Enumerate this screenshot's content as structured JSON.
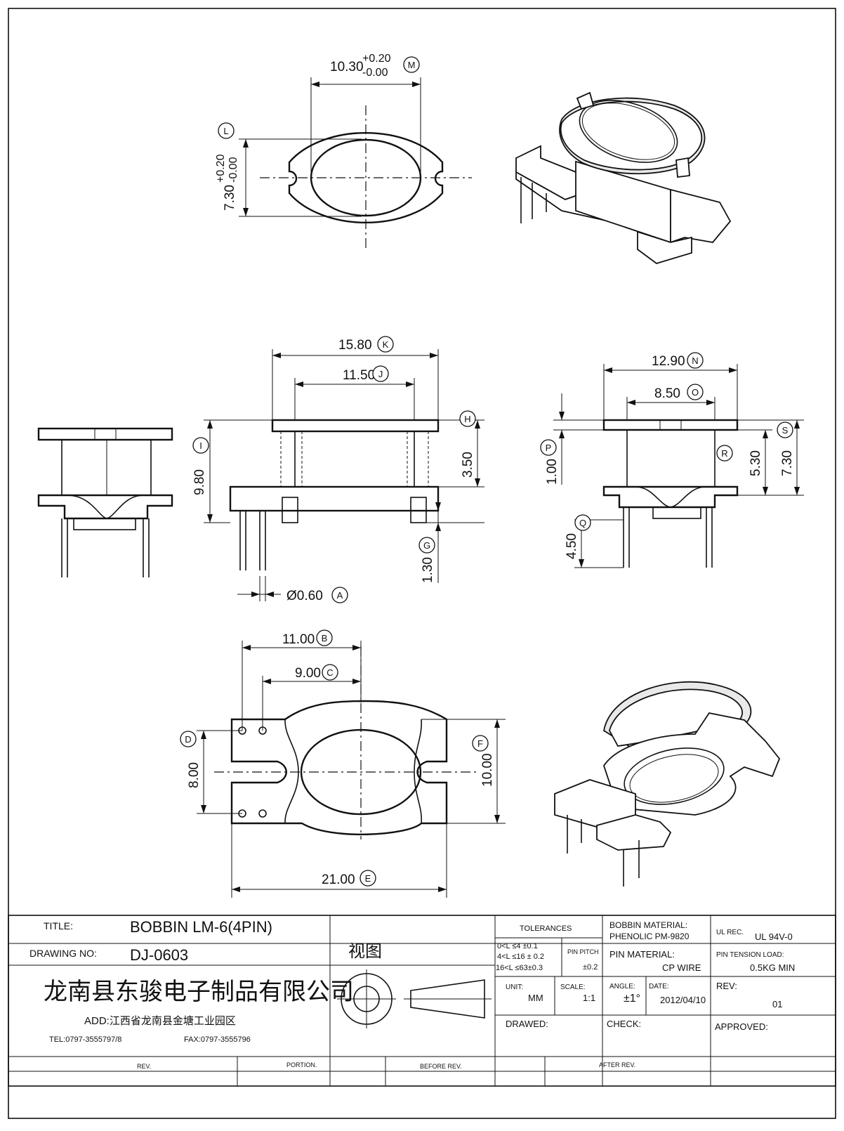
{
  "dimensions": {
    "top_width": {
      "value": "10.30",
      "tol_plus": "+0.20",
      "tol_minus": "-0.00",
      "tag": "M"
    },
    "top_height": {
      "value": "7.30",
      "tol_plus": "+0.20",
      "tol_minus": "-0.00",
      "tag": "L"
    },
    "front_K": {
      "value": "15.80",
      "tag": "K"
    },
    "front_J": {
      "value": "11.50",
      "tag": "J"
    },
    "front_I": {
      "value": "9.80",
      "tag": "I"
    },
    "front_H": {
      "value": "3.50",
      "tag": "H"
    },
    "front_G": {
      "value": "1.30",
      "tag": "G"
    },
    "front_A": {
      "value": "Ø0.60",
      "tag": "A"
    },
    "side_N": {
      "value": "12.90",
      "tag": "N"
    },
    "side_O": {
      "value": "8.50",
      "tag": "O"
    },
    "side_P": {
      "value": "1.00",
      "tag": "P"
    },
    "side_R": {
      "value": "",
      "tag": "R"
    },
    "side_53": {
      "value": "5.30",
      "tag": ""
    },
    "side_S": {
      "value": "7.30",
      "tag": "S"
    },
    "side_Q": {
      "value": "4.50",
      "tag": "Q"
    },
    "bottom_B": {
      "value": "11.00",
      "tag": "B"
    },
    "bottom_C": {
      "value": "9.00",
      "tag": "C"
    },
    "bottom_D": {
      "value": "8.00",
      "tag": "D"
    },
    "bottom_F": {
      "value": "10.00",
      "tag": "F"
    },
    "bottom_E": {
      "value": "21.00",
      "tag": "E"
    }
  },
  "title_block": {
    "title_label": "TITLE:",
    "title_value": "BOBBIN   LM-6(4PIN)",
    "drawing_no_label": "DRAWING NO:",
    "drawing_no_value": "DJ-0603",
    "company": "龙南县东骏电子制品有限公司",
    "address": "ADD:江西省龙南县金塘工业园区",
    "tel": "TEL:0797-3555797/8",
    "fax": "FAX:0797-3555796",
    "view_label": "视图",
    "tolerances_label": "TOLERANCES",
    "tol_row1": "0<L ≤4  ±0.1",
    "tol_row2": "4<L ≤16 ± 0.2",
    "tol_row3": "16<L ≤63±0.3",
    "pin_pitch_label": "PIN PITCH",
    "pin_pitch_value": "±0.2",
    "unit_label": "UNIT:",
    "unit_value": "MM",
    "scale_label": "SCALE:",
    "scale_value": "1:1",
    "bobbin_material_label": "BOBBIN MATERIAL:",
    "bobbin_material_value": "PHENOLIC  PM-9820",
    "pin_material_label": "PIN MATERIAL:",
    "pin_material_value": "CP WIRE",
    "angle_label": "ANGLE:",
    "angle_value": "±1°",
    "date_label": "DATE:",
    "date_value": "2012/04/10",
    "ul_rec_label": "UL REC.",
    "ul_rec_value": "UL  94V-0",
    "pin_tension_label": "PIN TENSION LOAD:",
    "pin_tension_value": "0.5KG MIN",
    "rev_label": "REV:",
    "rev_value": "01",
    "drawed_label": "DRAWED:",
    "check_label": "CHECK:",
    "approved_label": "APPROVED:",
    "rev_col": "REV.",
    "portion_col": "PORTION.",
    "before_rev_col": "BEFORE REV.",
    "after_rev_col": "AFTER REV."
  }
}
